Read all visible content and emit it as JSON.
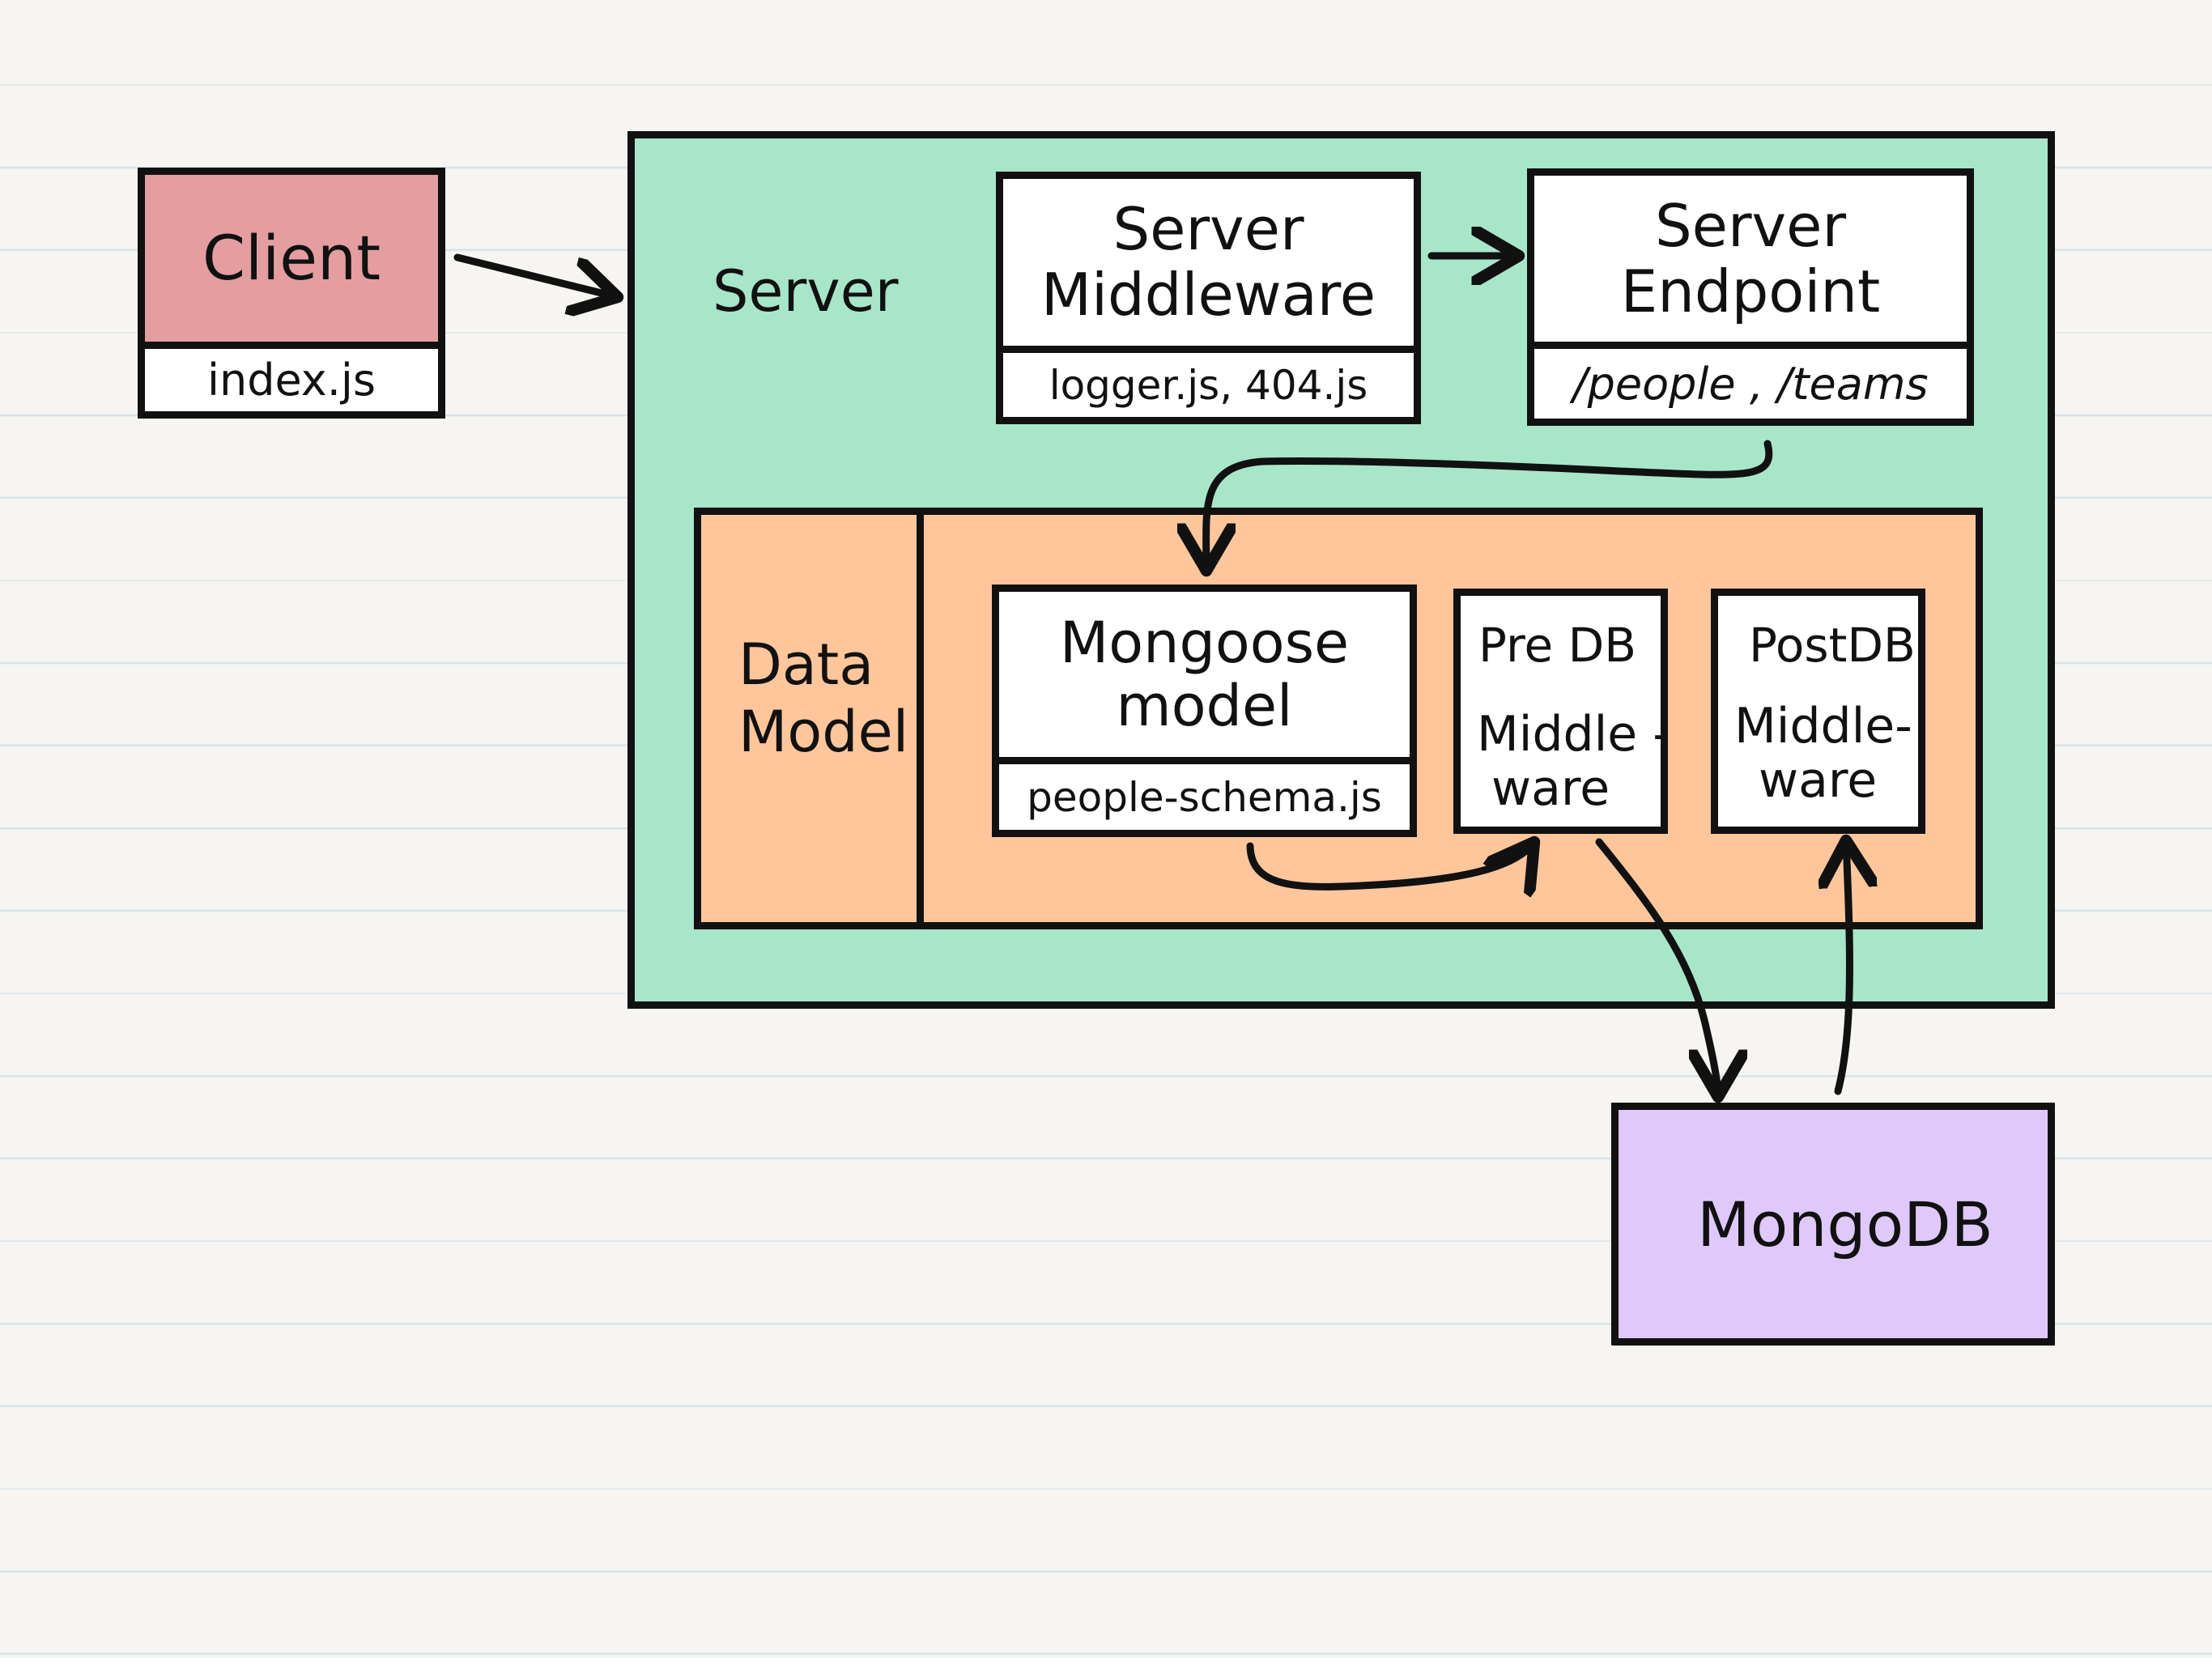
{
  "colors": {
    "paper": "#f6f5f1",
    "rule_line": "#d3e2ea",
    "client": "#e49ea0",
    "server": "#a8e6ca",
    "data_model": "#ffc69c",
    "mongodb": "#dfc9fb",
    "inner_box": "#ffffff",
    "ink": "#111111"
  },
  "nodes": {
    "client": {
      "title": "Client",
      "file": "index.js"
    },
    "server": {
      "label": "Server"
    },
    "server_middleware": {
      "title_line1": "Server",
      "title_line2": "Middleware",
      "files": "logger.js, 404.js"
    },
    "server_endpoint": {
      "title_line1": "Server",
      "title_line2": "Endpoint",
      "routes": "/people , /teams"
    },
    "data_model": {
      "label_line1": "Data",
      "label_line2": "Model"
    },
    "mongoose_model": {
      "title_line1": "Mongoose",
      "title_line2": "model",
      "file": "people-schema.js"
    },
    "pre_db_middleware": {
      "title": "Pre DB",
      "label_line1": "Middle -",
      "label_line2": "ware"
    },
    "post_db_middleware": {
      "title": "PostDB",
      "label_line1": "Middle-",
      "label_line2": "ware"
    },
    "mongodb": {
      "label": "MongoDB"
    }
  },
  "edges": [
    {
      "from": "client",
      "to": "server"
    },
    {
      "from": "server_middleware",
      "to": "server_endpoint"
    },
    {
      "from": "server_endpoint",
      "to": "mongoose_model"
    },
    {
      "from": "mongoose_model",
      "to": "pre_db_middleware"
    },
    {
      "from": "pre_db_middleware",
      "to": "mongodb"
    },
    {
      "from": "mongodb",
      "to": "post_db_middleware"
    }
  ]
}
